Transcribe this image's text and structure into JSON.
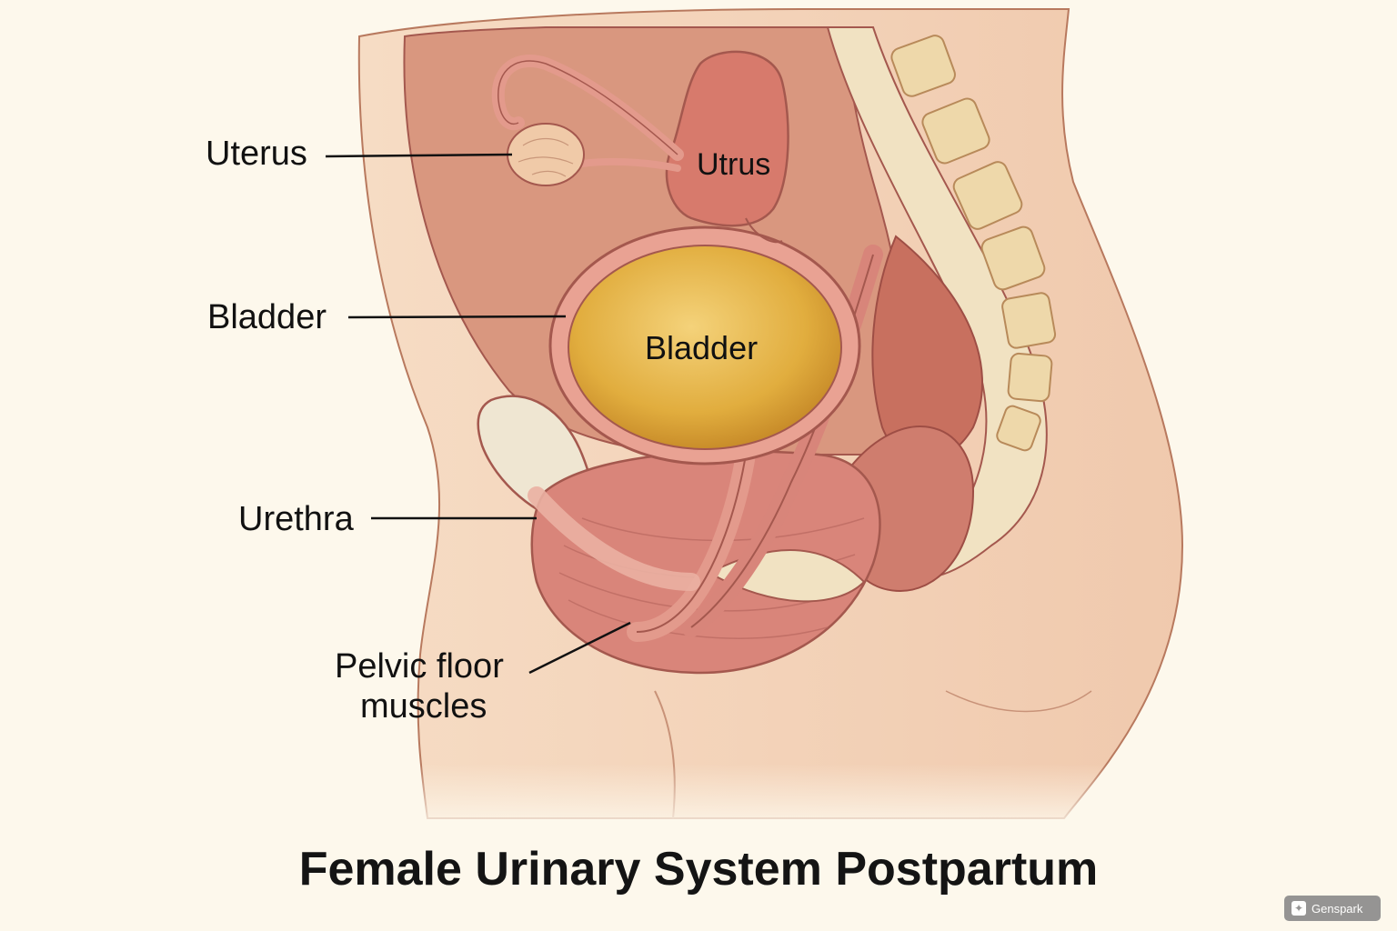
{
  "labels": {
    "uterus_left": "Uterus",
    "uterus_inner": "Utrus",
    "bladder_left": "Bladder",
    "bladder_inner": "Bladder",
    "urethra": "Urethra",
    "pelvic_floor_line1": "Pelvic floor",
    "pelvic_floor_line2": "muscles"
  },
  "title": "Female Urinary System Postpartum",
  "watermark": {
    "text": "Genspark",
    "icon": "genspark-logo-icon"
  },
  "colors": {
    "background": "#fdf8ec",
    "skin": "#f3d2b8",
    "cavity": "#d9977f",
    "muscle": "#d9857a",
    "muscle_dark": "#c46a62",
    "bladder": "#e3b447",
    "uterus": "#d77a6c",
    "bone": "#f1e2c2",
    "outline": "#a4584e"
  }
}
